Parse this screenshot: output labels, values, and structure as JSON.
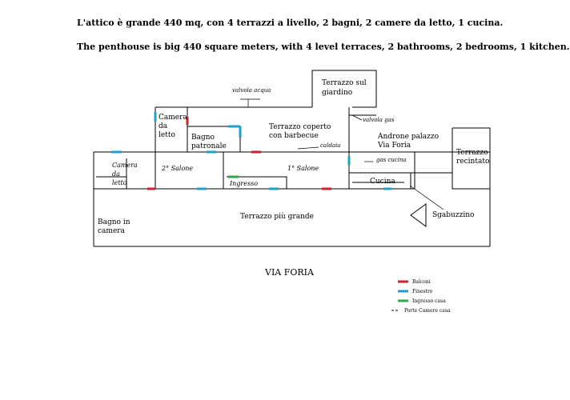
{
  "header": {
    "line_it": "L'attico è grande 440 mq, con 4 terrazzi a livello, 2 bagni, 2 camere da letto, 1 cucina.",
    "line_en": "The penthouse is big 440 square meters, with 4 level terraces, 2 bathrooms, 2 bedrooms, 1 kitchen."
  },
  "rooms": {
    "terrazzo_sul_giardino": [
      "Terrazzo sul",
      "giardino"
    ],
    "camera_da_letto_1": [
      "Camera",
      "da",
      "letto"
    ],
    "bagno_patronale": [
      "Bagno",
      "patronale"
    ],
    "terrazzo_coperto": [
      "Terrazzo coperto",
      "con barbecue"
    ],
    "androne_palazzo": [
      "Androne palazzo",
      "Via Foria"
    ],
    "terrazzo_recintato": [
      "Terrazzo",
      "recintato"
    ],
    "camera_da_letto_2": [
      "Camera",
      "da",
      "letto"
    ],
    "secondo_salone": "2° Salone",
    "primo_salone": "1° Salone",
    "ingresso": "Ingresso",
    "cucina": "Cucina",
    "bagno_in_camera": [
      "Bagno in",
      "camera"
    ],
    "sgabuzzino": "Sgabuzzino",
    "terrazzo_piu_grande": "Terrazzo più grande"
  },
  "annotations": {
    "valvola_acqua": "valvola acqua",
    "valvola_gas": "valvola gas",
    "caldaia": "caldaia",
    "gas_cucina": "gas cucina"
  },
  "street": "VIA FORIA",
  "legend": [
    {
      "label": "Balconi",
      "color": "#d11f2e",
      "style": "solid"
    },
    {
      "label": "Finestre",
      "color": "#1ea2c8",
      "style": "solid"
    },
    {
      "label": "Ingresso casa",
      "color": "#2aa84a",
      "style": "solid"
    },
    {
      "label": "Porte Camere casa",
      "color": "#000000",
      "style": "dash"
    }
  ]
}
